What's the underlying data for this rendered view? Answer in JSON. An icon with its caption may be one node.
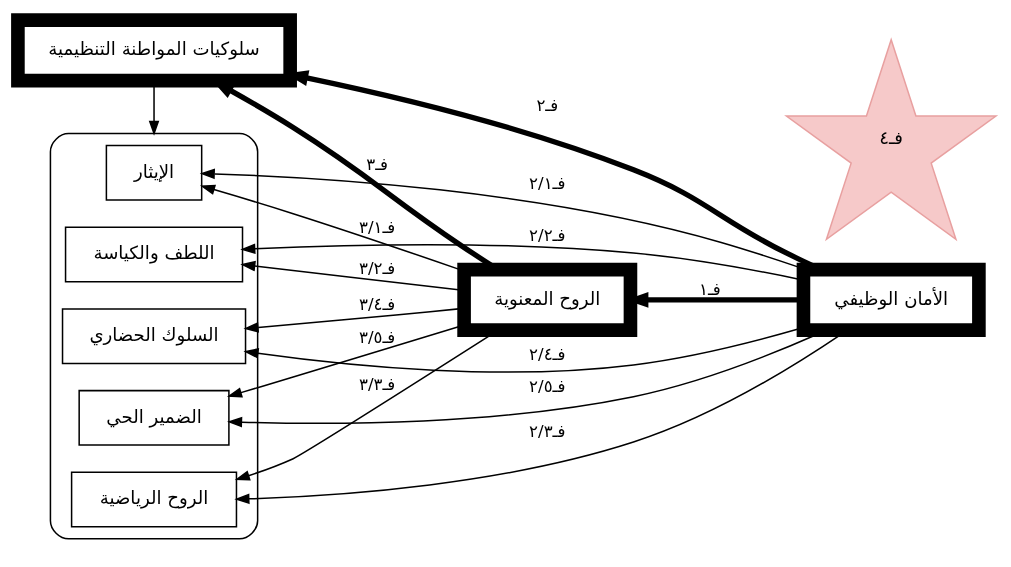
{
  "diagram": {
    "nodes": [
      {
        "text": [
          "سلوكيات المواطنة التنظيمية"
        ]
      },
      {
        "text": [],
        "shape": "box"
      },
      {
        "text": [
          "الإيثار"
        ],
        "in": 1
      },
      {
        "text": [
          "اللطف والكياسة"
        ],
        "in": 1
      },
      {
        "text": [
          "الروح الرياضية"
        ],
        "in": 1
      },
      {
        "text": [
          "السلوك الحضاري"
        ],
        "in": 1
      },
      {
        "text": [
          "الضمير الحي"
        ],
        "in": 1
      },
      {
        "text": [
          "الروح المعنوية"
        ]
      },
      {
        "text": [
          "الأمان الوظيفي"
        ]
      },
      {
        "text": [
          "فـ٤"
        ]
      }
    ],
    "edges": [
      {
        "from": 0,
        "to": 1,
        "arrow": "to"
      },
      {
        "from": 8,
        "to": 0,
        "arrow": "to",
        "label": "فـ٢",
        "style": "thick"
      },
      {
        "from": 8,
        "to": 2,
        "arrow": "to",
        "label": "فـ٢/١"
      },
      {
        "from": 8,
        "to": 3,
        "arrow": "to",
        "label": "فـ٢/٢"
      },
      {
        "from": 8,
        "to": 4,
        "arrow": "to",
        "label": "فـ٢/٣"
      },
      {
        "from": 7,
        "to": 0,
        "arrow": "to",
        "label": "فـ٣",
        "style": "thick"
      },
      {
        "from": 7,
        "to": 2,
        "arrow": "to",
        "label": "فـ٣/١"
      },
      {
        "from": 7,
        "to": 3,
        "arrow": "to",
        "label": "فـ٣/٢"
      },
      {
        "from": 7,
        "to": 4,
        "arrow": "to",
        "label": "فـ٣/٣"
      },
      {
        "from": 8,
        "to": 7,
        "arrow": "to",
        "label": "فـ١",
        "style": "thick"
      },
      {
        "from": 7,
        "to": 5,
        "arrow": "to",
        "label": "فـ٣/٤"
      },
      {
        "from": 8,
        "to": 5,
        "arrow": "to",
        "label": "فـ٢/٤"
      },
      {
        "from": 7,
        "to": 6,
        "arrow": "to",
        "label": "فـ٣/٥"
      },
      {
        "from": 8,
        "to": 6,
        "arrow": "to",
        "label": "فـ٢/٥"
      }
    ]
  }
}
